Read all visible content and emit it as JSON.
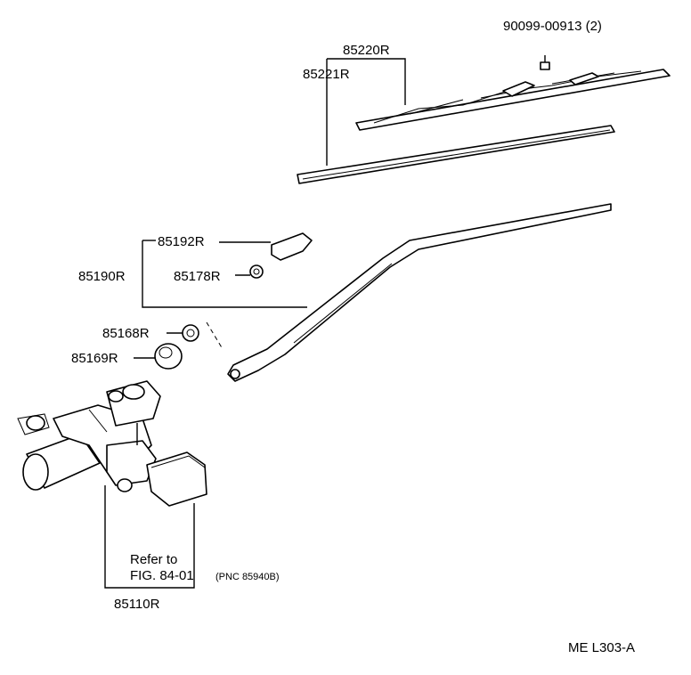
{
  "diagram": {
    "code": "ME  L303-A",
    "parts": {
      "bolt": "90099-00913 (2)",
      "blade_assembly": "85220R",
      "blade_rubber": "85221R",
      "cap": "85192R",
      "arm_assembly": "85190R",
      "arm_nut": "85178R",
      "nut": "85168R",
      "cushion": "85169R",
      "motor": "85110R"
    },
    "note_line1": "Refer to",
    "note_line2": "FIG. 84-01",
    "note_pnc": "(PNC 85940B)"
  }
}
